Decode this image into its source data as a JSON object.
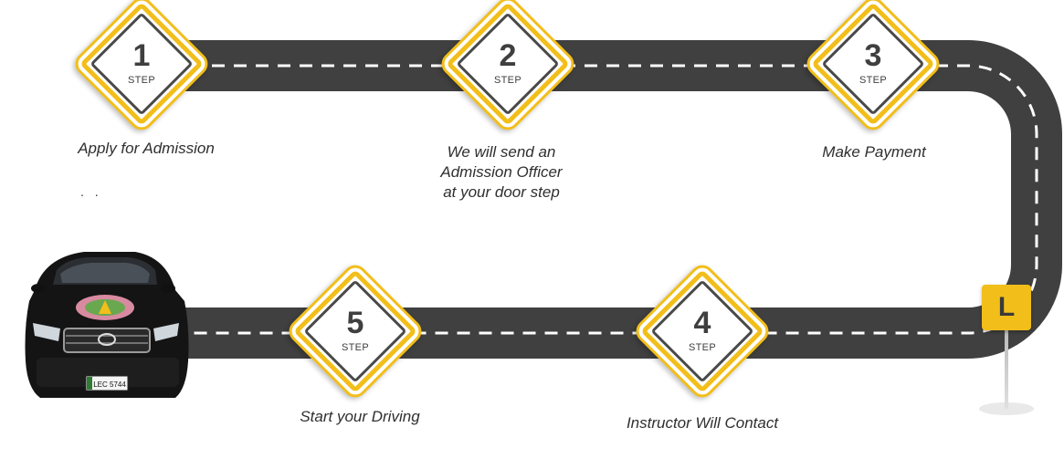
{
  "steps": [
    {
      "number": "1",
      "label": "STEP",
      "caption": "Apply for Admission"
    },
    {
      "number": "2",
      "label": "STEP",
      "caption": "We will send an\nAdmission Officer\nat your door step"
    },
    {
      "number": "3",
      "label": "STEP",
      "caption": "Make Payment"
    },
    {
      "number": "4",
      "label": "STEP",
      "caption": "Instructor Will Contact"
    },
    {
      "number": "5",
      "label": "STEP",
      "caption": "Start your Driving"
    }
  ],
  "dots": ". .",
  "sign": {
    "letter": "L"
  },
  "car": {
    "plate": "LEC 5744"
  },
  "colors": {
    "road": "#404040",
    "dash": "#ffffff",
    "accent": "#f2be1a",
    "text": "#3f3f3f"
  }
}
